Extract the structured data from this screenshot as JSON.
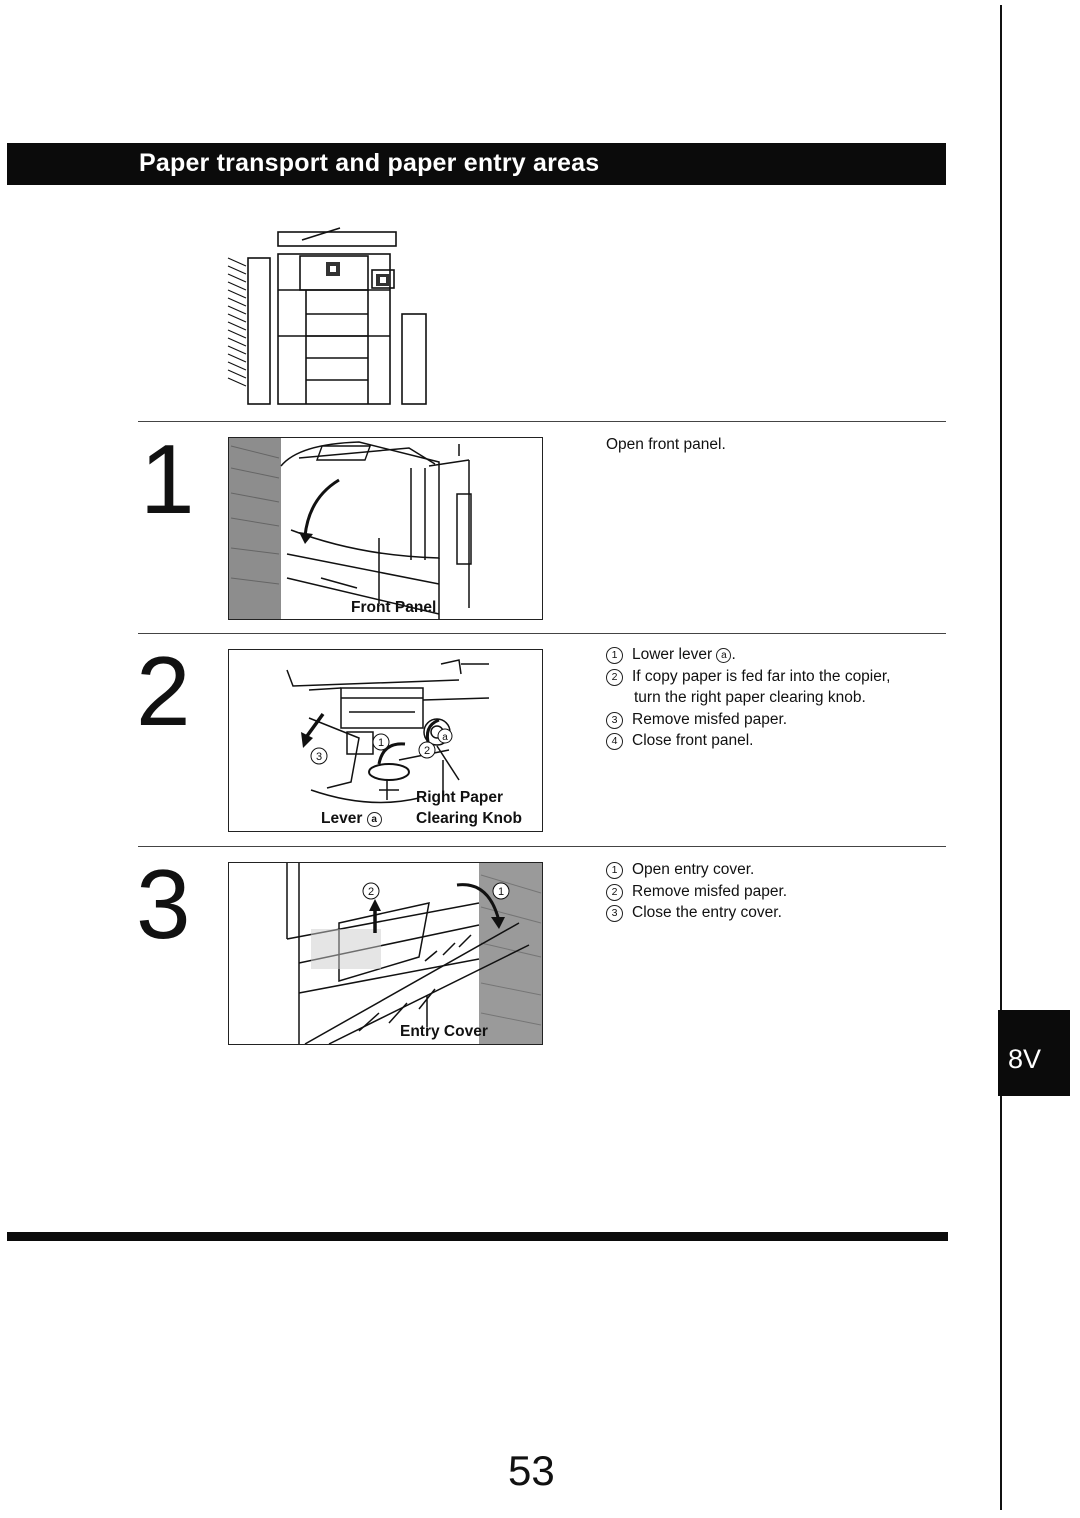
{
  "section_title": "Paper transport and paper entry areas",
  "steps": [
    {
      "number": "1",
      "figure_labels": [
        "Front Panel"
      ],
      "instructions": [
        {
          "marker": "",
          "lines": [
            "Open front panel."
          ]
        }
      ]
    },
    {
      "number": "2",
      "figure_labels": [
        "Right Paper",
        "Lever",
        "Clearing Knob"
      ],
      "instructions": [
        {
          "marker": "1",
          "lines": [
            "Lower lever"
          ],
          "suffix_marker": "a",
          "suffix": "."
        },
        {
          "marker": "2",
          "lines": [
            "If copy paper is fed far into the copier,",
            "turn the right paper clearing knob."
          ]
        },
        {
          "marker": "3",
          "lines": [
            "Remove misfed paper."
          ]
        },
        {
          "marker": "4",
          "lines": [
            "Close front panel."
          ]
        }
      ]
    },
    {
      "number": "3",
      "figure_labels": [
        "Entry Cover"
      ],
      "instructions": [
        {
          "marker": "1",
          "lines": [
            "Open entry cover."
          ]
        },
        {
          "marker": "2",
          "lines": [
            "Remove misfed paper."
          ]
        },
        {
          "marker": "3",
          "lines": [
            "Close the entry cover."
          ]
        }
      ]
    }
  ],
  "figure_callouts": {
    "step2_a": "a",
    "step2_1": "1",
    "step2_2": "2",
    "step2_3": "3",
    "step3_1": "1",
    "step3_2": "2"
  },
  "side_tab": "8V",
  "page_number": "53"
}
